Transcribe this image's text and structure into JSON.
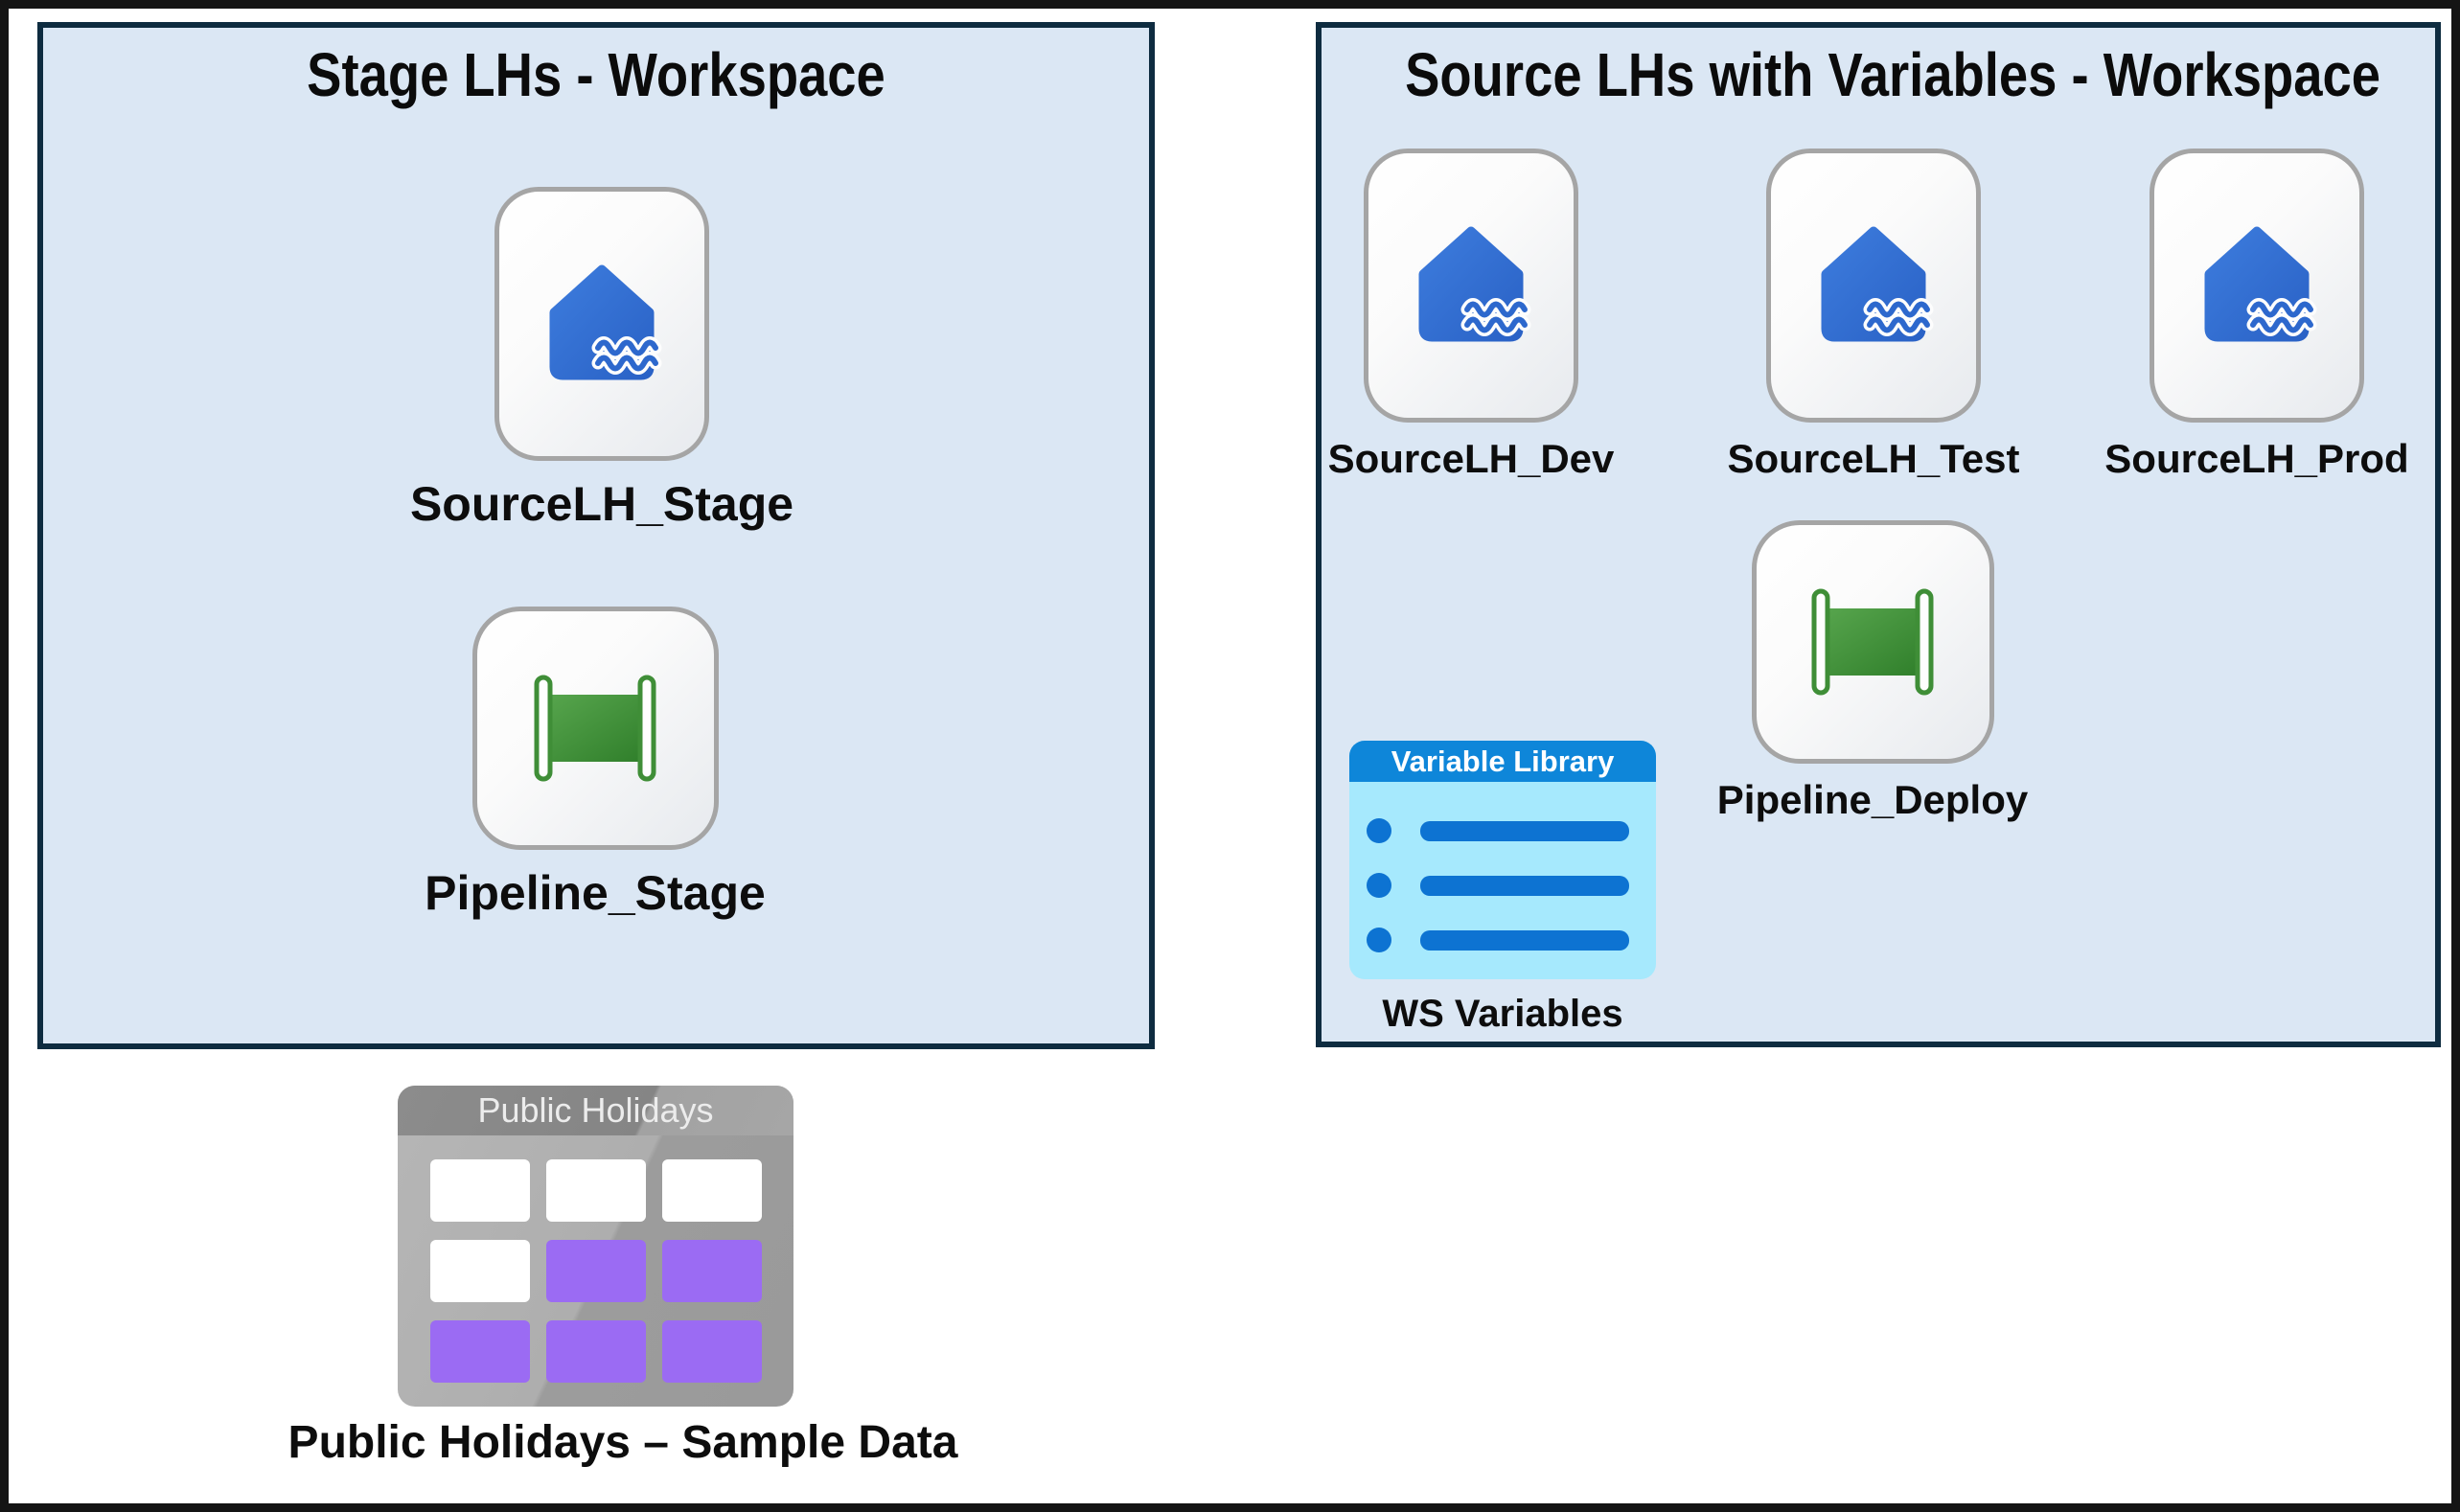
{
  "diagram": {
    "left_box": {
      "title": "Stage LHs - Workspace",
      "items": [
        {
          "label": "SourceLH_Stage",
          "icon": "lakehouse-icon"
        },
        {
          "label": "Pipeline_Stage",
          "icon": "pipeline-icon"
        }
      ]
    },
    "right_box": {
      "title": "Source LHs with Variables - Workspace",
      "lakehouses": [
        {
          "label": "SourceLH_Dev",
          "icon": "lakehouse-icon"
        },
        {
          "label": "SourceLH_Test",
          "icon": "lakehouse-icon"
        },
        {
          "label": "SourceLH_Prod",
          "icon": "lakehouse-icon"
        }
      ],
      "pipeline": {
        "label": "Pipeline_Deploy",
        "icon": "pipeline-icon"
      },
      "variable_library": {
        "icon": "variable-library-icon",
        "header": "Variable Library",
        "label": "WS Variables",
        "row_count": 3
      }
    },
    "sample_data": {
      "icon": "table-icon",
      "icon_header": "Public Holidays",
      "label": "Public Holidays – Sample Data",
      "table_pattern": [
        [
          "white",
          "white",
          "white"
        ],
        [
          "white",
          "purple",
          "purple"
        ],
        [
          "purple",
          "purple",
          "purple"
        ]
      ]
    }
  },
  "colors": {
    "canvas_border": "#141414",
    "workspace_fill": "#dbe7f4",
    "workspace_border": "#0e2c40",
    "card_border": "#a5a5a5",
    "lakehouse_blue_light": "#3d7cdd",
    "lakehouse_blue_dark": "#2a62c6",
    "pipeline_green_light": "#58a64e",
    "pipeline_green_dark": "#2f7e2a",
    "pipeline_outline_green": "#3f8e37",
    "varlib_header_blue": "#0e86d9",
    "varlib_body_cyan": "#a6e9fd",
    "varlib_item_blue": "#0d73d2",
    "table_gray": "#a9a9a9",
    "table_header_gray": "#8a8a8a",
    "table_purple": "#9b6bf3",
    "label_text": "#0d0d0d"
  }
}
